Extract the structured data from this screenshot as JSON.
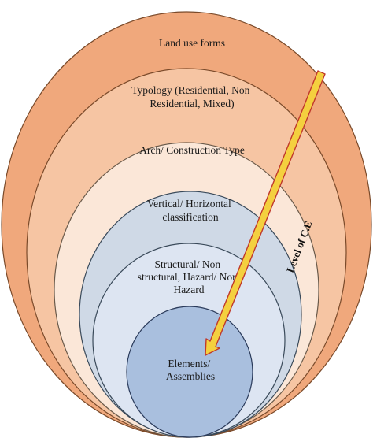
{
  "diagram": {
    "layers": [
      {
        "id": "land-use",
        "lines": [
          "Land use forms"
        ],
        "fill": "#f0a87c"
      },
      {
        "id": "typology",
        "lines": [
          "Typology (Residential, Non",
          "Residential, Mixed)"
        ],
        "fill": "#f6c5a3"
      },
      {
        "id": "arch",
        "lines": [
          "Arch/ Construction Type"
        ],
        "fill": "#fbe7d8"
      },
      {
        "id": "vertical",
        "lines": [
          "Vertical/ Horizontal",
          "classification"
        ],
        "fill": "#cfd9e6"
      },
      {
        "id": "structural",
        "lines": [
          "Structural/ Non",
          "structural, Hazard/ Non",
          "Hazard"
        ],
        "fill": "#dde5f2"
      },
      {
        "id": "elements",
        "lines": [
          "Elements/",
          "Assemblies"
        ],
        "fill": "#a9bfde"
      }
    ],
    "arrow": {
      "label": "Level of C.E",
      "outline_color": "#c0392b",
      "fill_color": "#f4d03f"
    }
  }
}
